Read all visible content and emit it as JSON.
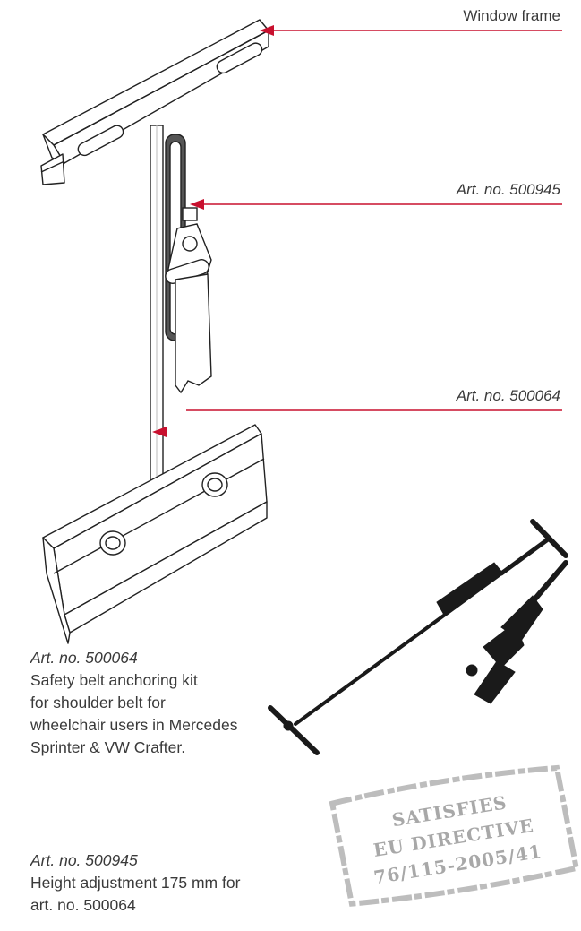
{
  "callouts": {
    "window_frame": "Window frame",
    "height_adjuster": "Art. no. 500945",
    "anchoring_rod": "Art. no. 500064"
  },
  "description": {
    "item1": {
      "art": "Art. no. 500064",
      "lines": [
        "Safety belt anchoring kit",
        "for shoulder belt for",
        "wheelchair users in Mercedes",
        "Sprinter & VW Crafter."
      ]
    },
    "item2": {
      "art": "Art. no. 500945",
      "lines": [
        "Height adjustment 175 mm for",
        "art. no. 500064"
      ]
    }
  },
  "stamp": {
    "line1": "SATISFIES",
    "line2": "EU DIRECTIVE",
    "line3": "76/115-2005/41"
  },
  "colors": {
    "accent": "#c8102e",
    "text": "#3a3a3a",
    "stamp": "#a8a8a8"
  }
}
